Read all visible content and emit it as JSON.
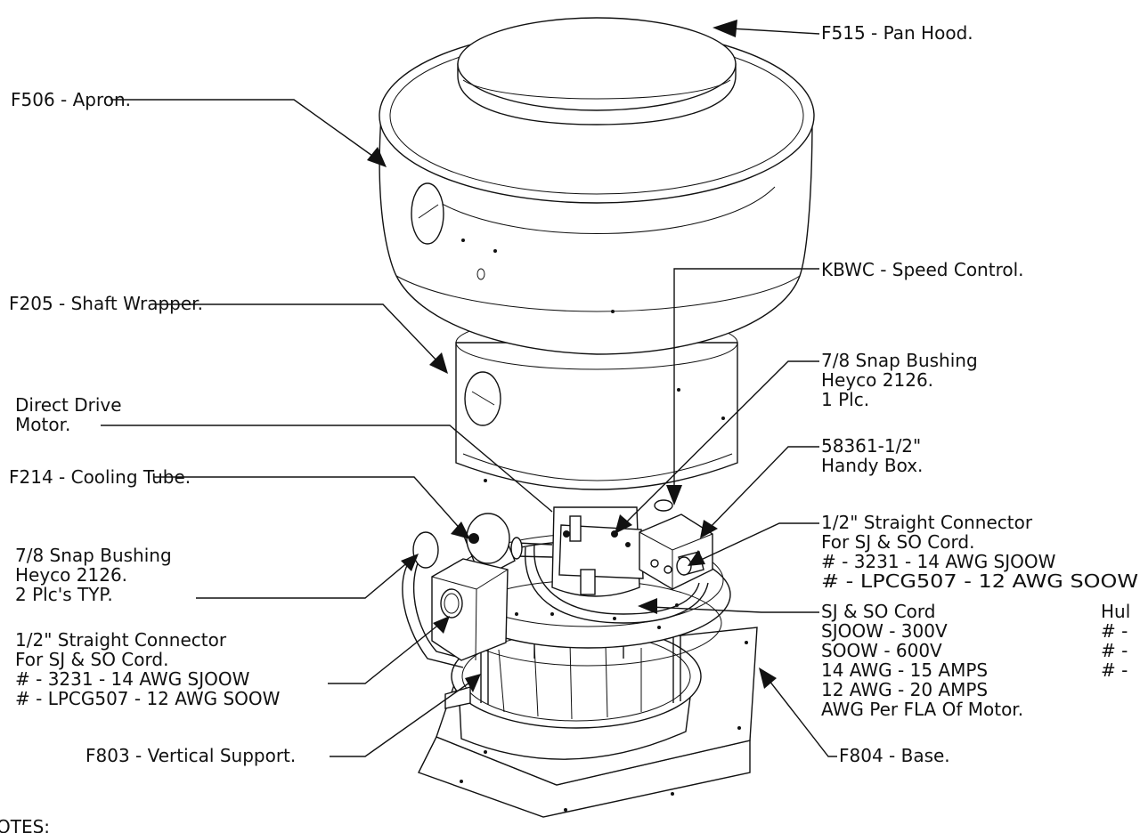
{
  "callouts": {
    "pan_hood": "F515 - Pan Hood.",
    "apron": "F506 - Apron.",
    "speed_control": "KBWC - Speed Control.",
    "shaft_wrapper": "F205 - Shaft Wrapper.",
    "snap_bushing_top": [
      "7/8 Snap Bushing",
      "Heyco 2126.",
      "1 Plc."
    ],
    "motor": [
      "Direct Drive",
      "Motor."
    ],
    "handy_box": [
      "58361-1/2\"",
      "Handy Box."
    ],
    "cooling_tube": "F214 - Cooling Tube.",
    "connector_right": [
      "1/2\" Straight Connector",
      "For SJ & SO Cord.",
      "# - 3231 - 14 AWG SJOOW",
      "# - LPCG507 - 12 AWG SOOW"
    ],
    "snap_bushing_left": [
      "7/8 Snap Bushing",
      "Heyco 2126.",
      "2 Plc's TYP."
    ],
    "connector_left": [
      "1/2\" Straight Connector",
      "For SJ & SO Cord.",
      "# - 3231 - 14 AWG SJOOW",
      "# - LPCG507 - 12 AWG SOOW"
    ],
    "cord": [
      "SJ & SO Cord",
      "SJOOW - 300V",
      "SOOW - 600V",
      "14 AWG - 15 AMPS",
      "12 AWG - 20 AMPS",
      "AWG Per FLA Of Motor."
    ],
    "hubbell_fragment": [
      "Hul",
      "# -",
      "# -",
      "# -"
    ],
    "vertical_support": "F803 - Vertical Support.",
    "base": "F804 - Base.",
    "notes_fragment": "OTES:"
  }
}
